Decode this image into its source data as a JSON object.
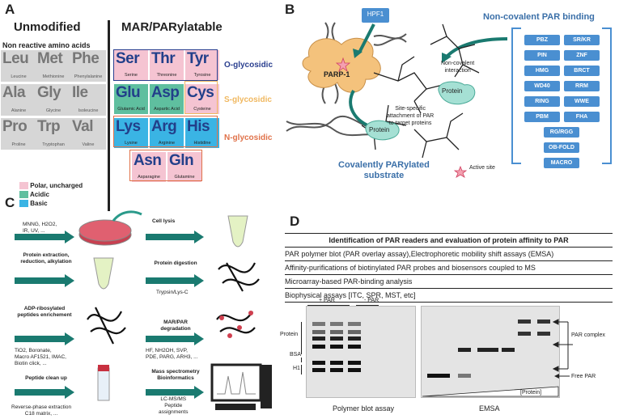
{
  "panelA": {
    "letter": "A",
    "unmodified_title": "Unmodified",
    "non_reactive_label": "Non reactive amino acids",
    "mar_title": "MAR/PARylatable",
    "unmodified": [
      {
        "abbr": "Leu",
        "name": "Leucine"
      },
      {
        "abbr": "Met",
        "name": "Methionine"
      },
      {
        "abbr": "Phe",
        "name": "Phenylalanine"
      },
      {
        "abbr": "Ala",
        "name": "Alanine"
      },
      {
        "abbr": "Gly",
        "name": "Glycine"
      },
      {
        "abbr": "Ile",
        "name": "Isoleucine"
      },
      {
        "abbr": "Pro",
        "name": "Proline"
      },
      {
        "abbr": "Trp",
        "name": "Tryptophan"
      },
      {
        "abbr": "Val",
        "name": "Valine"
      }
    ],
    "parylatable": [
      {
        "abbr": "Ser",
        "name": "Serine"
      },
      {
        "abbr": "Thr",
        "name": "Threonine"
      },
      {
        "abbr": "Tyr",
        "name": "Tyrosine"
      },
      {
        "abbr": "Glu",
        "name": "Glutamic Acid"
      },
      {
        "abbr": "Asp",
        "name": "Aspartic Acid"
      },
      {
        "abbr": "Cys",
        "name": "Cysteine"
      },
      {
        "abbr": "Lys",
        "name": "Lysine"
      },
      {
        "abbr": "Arg",
        "name": "Arginine"
      },
      {
        "abbr": "His",
        "name": "Histidine"
      },
      {
        "abbr": "Asn",
        "name": "Asparagine"
      },
      {
        "abbr": "Gln",
        "name": "Glutamine"
      }
    ],
    "glycosidic": {
      "o": "O-glycosidic",
      "s": "S-glycosidic",
      "n": "N-glycosidic"
    },
    "legend": {
      "polar": "Polar, uncharged",
      "acidic": "Acidic",
      "basic": "Basic"
    },
    "colors": {
      "pink": "#f5c4d2",
      "green": "#5fbf9f",
      "blue": "#3ab4e4",
      "o": "#2a3f8f",
      "s": "#f0b860",
      "n": "#e0724a"
    }
  },
  "panelB": {
    "letter": "B",
    "hpf1": "HPF1",
    "parp1": "PARP-1",
    "noncov_title": "Non-covalent PAR binding",
    "noncov_interaction": "Non-covalent\ninteraction",
    "protein": "Protein",
    "protein2": "Protein",
    "site_specific": "Site-specific\nattachment of PAR\nto target proteins",
    "active_site": "Active site",
    "covalent_label": "Covalently PARylated\nsubstrate",
    "domains": [
      "PBZ",
      "SR/KR",
      "PIN",
      "ZNF",
      "HMG",
      "BRCT",
      "WD40",
      "RRM",
      "RING",
      "WWE",
      "PBM",
      "FHA"
    ],
    "domains_single": [
      "RG/RGG",
      "OB-FOLD",
      "MACRO"
    ]
  },
  "panelC": {
    "letter": "C",
    "steps": {
      "s1_left": "MNNG, H2O2,\nIR, UV, ...",
      "s1_right": "Cell lysis",
      "s2_left_bold": "Protein extraction,\nreduction, alkylation",
      "s2_right_bold": "Protein digestion",
      "s2_right": "Trypsin/Lys-C",
      "s3_left_bold": "ADP-ribosylated\npeptides enrichement",
      "s3_left": "TiO2, Boronate,\nMacro AF1521, IMAC,\nBiotin click, ...",
      "s3_right_bold": "MAR/PAR\ndegradation",
      "s3_right": "HF, NH2OH, SVP,\nPDE, PARG, ARH3, ...",
      "s4_left_bold": "Peptide clean up",
      "s4_left": "Reverse-phase extraction\nC18 matrix, ...",
      "s4_right_bold": "Mass spectrometry\nBioinformatics",
      "s4_right": "LC-MS/MS\nPeptide\nassignments"
    }
  },
  "panelD": {
    "letter": "D",
    "table_header": "Identification of PAR readers and evaluation of protein affinity to PAR",
    "rows": [
      "PAR polymer blot (PAR overlay assay),Electrophoretic mobility shift assays (EMSA)",
      "Affinity-purifications of biotinylated PAR probes and biosensors coupled to MS",
      "Microarray-based PAR-binding analysis",
      "Biophysical assays [ITC, SPR, MST, etc]"
    ],
    "plus_par": "+ PAR",
    "minus_par": "- PAR",
    "protein": "Protein",
    "bsa": "BSA",
    "h1": "H1",
    "par_complex": "PAR complex",
    "free_par": "Free PAR",
    "protein_gradient": "[Protein]",
    "polymer_blot": "Polymer blot assay",
    "emsa": "EMSA"
  }
}
